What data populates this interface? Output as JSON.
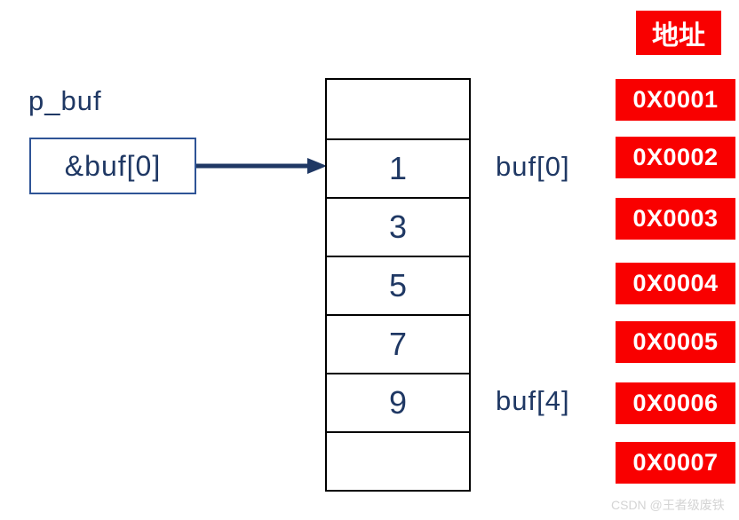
{
  "diagram": {
    "pointer": {
      "variable_label": "p_buf",
      "box_value": "&buf[0]"
    },
    "array": {
      "cells": [
        "",
        "1",
        "3",
        "5",
        "7",
        "9",
        ""
      ],
      "labels": [
        {
          "text": "buf[0]",
          "row": 1
        },
        {
          "text": "buf[4]",
          "row": 5
        }
      ]
    },
    "addresses": {
      "header": "地址",
      "items": [
        "0X0001",
        "0X0002",
        "0X0003",
        "0X0004",
        "0X0005",
        "0X0006",
        "0X0007"
      ]
    },
    "watermark": "CSDN @王者级废铁"
  },
  "icons": {
    "pointer_arrow": "right-arrow"
  },
  "colors": {
    "navy": "#1F3864",
    "box_border": "#2F5496",
    "red": "#F90000",
    "watermark_gray": "#D4D4D4",
    "cell_border": "#000000"
  }
}
